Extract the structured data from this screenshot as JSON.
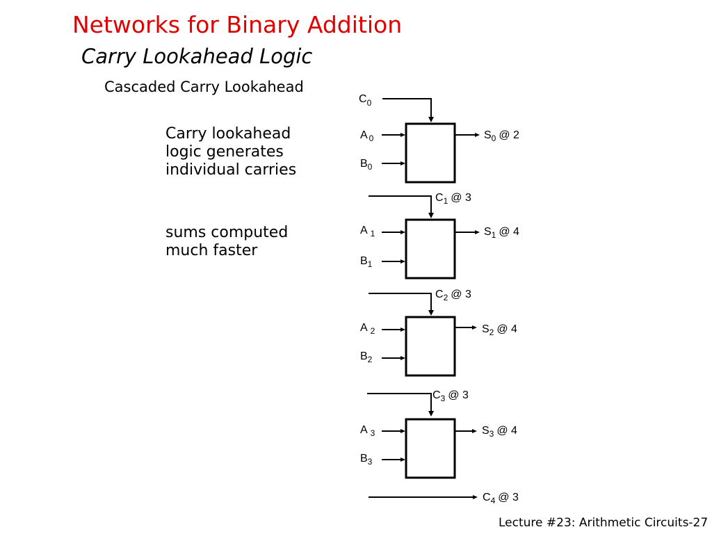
{
  "slide": {
    "title": "Networks for Binary Addition",
    "subtitle": "Carry Lookahead Logic",
    "section": "Cascaded Carry Lookahead",
    "notes": [
      {
        "lines": [
          "Carry lookahead",
          "logic generates",
          "individual carries"
        ]
      },
      {
        "lines": [
          "sums computed",
          "much faster"
        ]
      }
    ],
    "footer": "Lecture #23: Arithmetic Circuits-27"
  },
  "diagram": {
    "carry_in": {
      "base": "C",
      "sub": "0"
    },
    "stages": [
      {
        "a": {
          "base": "A",
          "sub": "0"
        },
        "b": {
          "base": "B",
          "sub": "0"
        },
        "s": {
          "base": "S",
          "sub": "0",
          "time": "@ 2"
        }
      },
      {
        "a": {
          "base": "A",
          "sub": "1"
        },
        "b": {
          "base": "B",
          "sub": "1"
        },
        "s": {
          "base": "S",
          "sub": "1",
          "time": "@ 4"
        }
      },
      {
        "a": {
          "base": "A",
          "sub": "2"
        },
        "b": {
          "base": "B",
          "sub": "2"
        },
        "s": {
          "base": "S",
          "sub": "2",
          "time": "@ 4"
        }
      },
      {
        "a": {
          "base": "A",
          "sub": "3"
        },
        "b": {
          "base": "B",
          "sub": "3"
        },
        "s": {
          "base": "S",
          "sub": "3",
          "time": "@ 4"
        }
      }
    ],
    "carries": [
      {
        "base": "C",
        "sub": "1",
        "time": "@ 3"
      },
      {
        "base": "C",
        "sub": "2",
        "time": "@ 3"
      },
      {
        "base": "C",
        "sub": "3",
        "time": "@ 3"
      }
    ],
    "carry_out": {
      "base": "C",
      "sub": "4",
      "time": "@ 3"
    }
  }
}
